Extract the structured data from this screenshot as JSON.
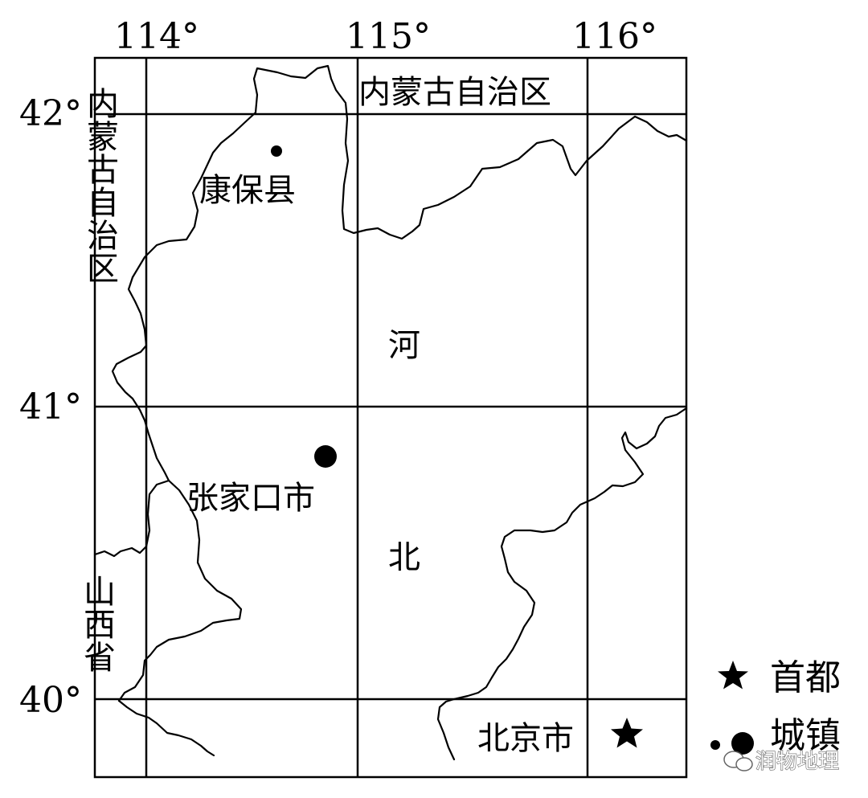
{
  "map": {
    "longitude_ticks": [
      "114°",
      "115°",
      "116°"
    ],
    "latitude_ticks": [
      "42°",
      "41°",
      "40°"
    ],
    "regions": {
      "inner_mongolia_top": "内蒙古自治区",
      "inner_mongolia_left": "内蒙古自治区",
      "hebei_part1": "河",
      "hebei_part2": "北",
      "shanxi": "山西省"
    },
    "places": {
      "kangbao": "康保县",
      "zhangjiakou": "张家口市",
      "beijing": "北京市"
    }
  },
  "legend": {
    "capital_label": "首都",
    "town_label": "城镇"
  },
  "watermark": {
    "text": "润物地理"
  }
}
